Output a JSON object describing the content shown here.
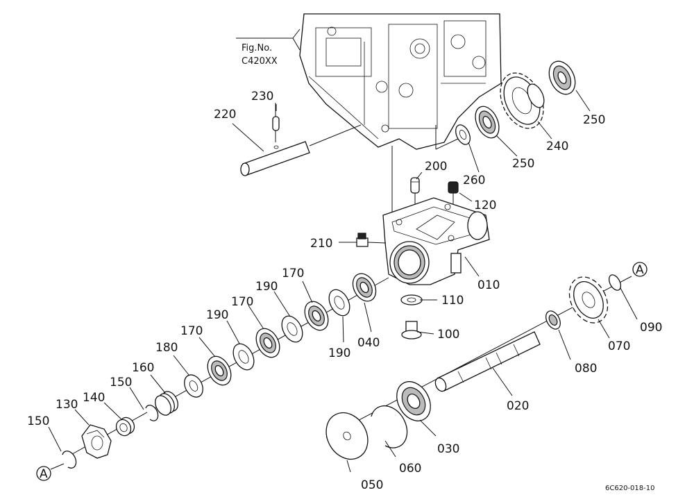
{
  "figure": {
    "label_line1": "Fig.No.",
    "label_line2": "C420XX"
  },
  "doc_code": "6C620-018-10",
  "ref_marker": "A",
  "callouts": {
    "p010": "010",
    "p020": "020",
    "p030": "030",
    "p040": "040",
    "p050": "050",
    "p060": "060",
    "p070": "070",
    "p080": "080",
    "p090": "090",
    "p100": "100",
    "p110": "110",
    "p120": "120",
    "p130": "130",
    "p140": "140",
    "p150a": "150",
    "p150b": "150",
    "p160": "160",
    "p170a": "170",
    "p170b": "170",
    "p170c": "170",
    "p180": "180",
    "p190a": "190",
    "p190b": "190",
    "p190c": "190",
    "p200": "200",
    "p210": "210",
    "p220": "220",
    "p230": "230",
    "p240": "240",
    "p250a": "250",
    "p250b": "250",
    "p260": "260"
  }
}
